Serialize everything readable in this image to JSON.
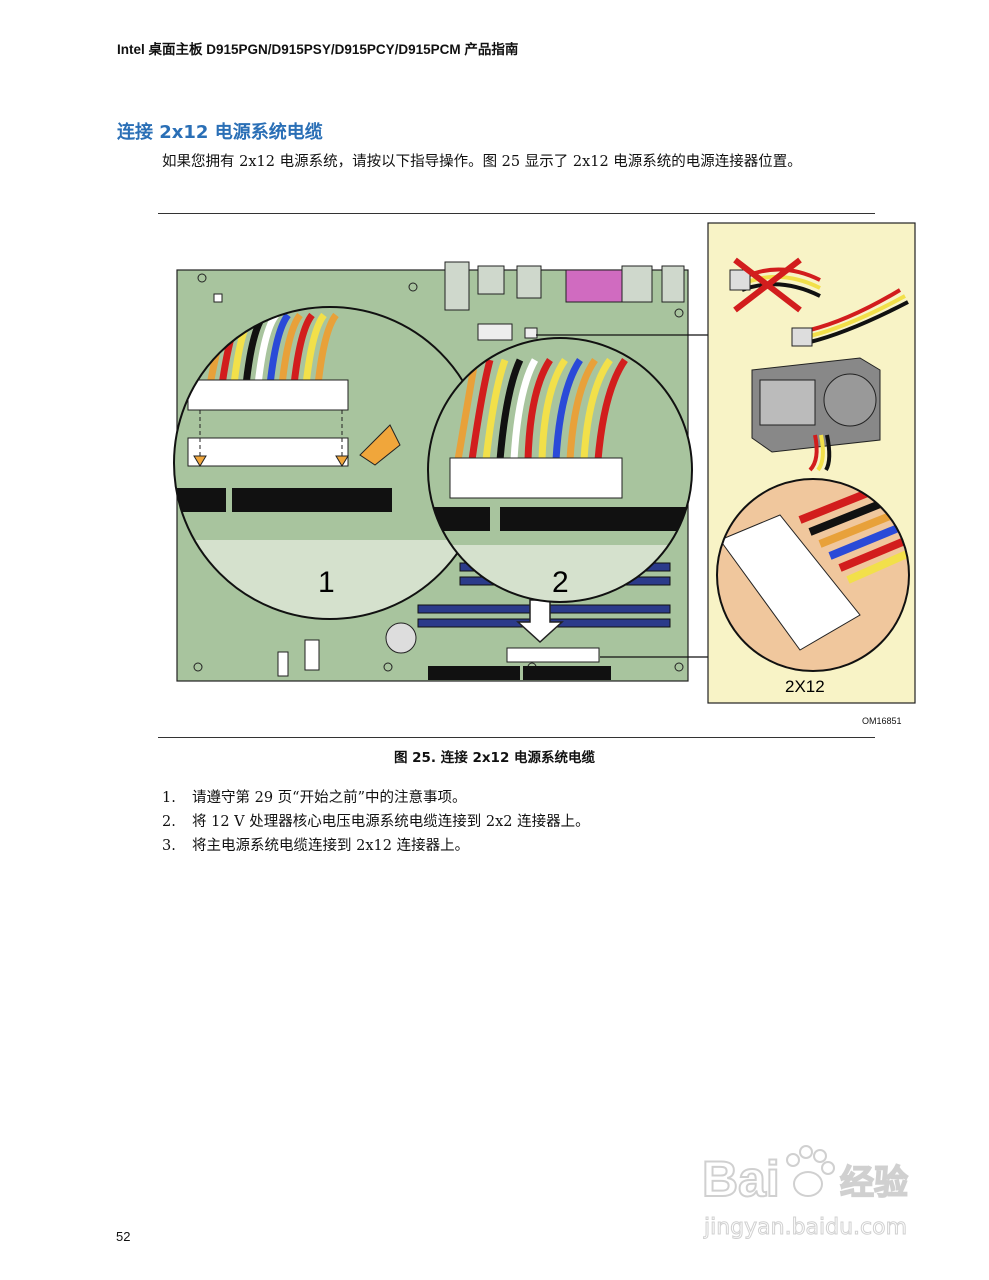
{
  "header": {
    "title": "Intel 桌面主板 D915PGN/D915PSY/D915PCY/D915PCM 产品指南"
  },
  "section": {
    "title": "连接 2x12 电源系统电缆",
    "intro": "如果您拥有 2x12 电源系统，请按以下指导操作。图 25 显示了 2x12 电源系统的电源连接器位置。"
  },
  "figure": {
    "callout_1": "1",
    "callout_2": "2",
    "connector_label": "2X12",
    "figure_id": "OM16851",
    "caption": "图 25. 连接 2x12 电源系统电缆"
  },
  "steps": [
    {
      "num": "1.",
      "text": "请遵守第 29 页“开始之前”中的注意事项。"
    },
    {
      "num": "2.",
      "text": "将 12 V 处理器核心电压电源系统电缆连接到 2x2 连接器上。"
    },
    {
      "num": "3.",
      "text": "将主电源系统电缆连接到 2x12 连接器上。"
    }
  ],
  "footer": {
    "page_number": "52"
  },
  "watermark": {
    "line1": "Bai",
    "line2": "经验",
    "line3": "jingyan.baidu.com"
  }
}
